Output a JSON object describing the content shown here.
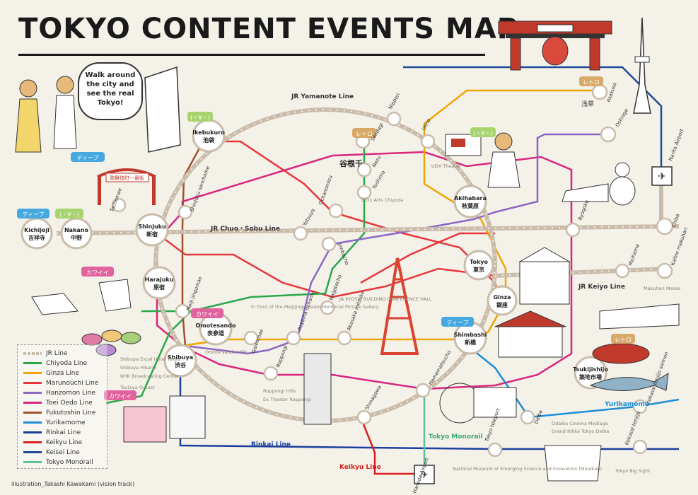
{
  "title": "TOKYO CONTENT EVENTS MAP",
  "speech_bubble": "Walk around\nthe city and\nsee the real\nTokyo!",
  "credit": "illustration_Takashi Kawakami (vision track)",
  "legend": [
    {
      "label": "JR Line",
      "color": "#c9bcab"
    },
    {
      "label": "Chiyoda Line",
      "color": "#2aa84a"
    },
    {
      "label": "Ginza Line",
      "color": "#f0a500"
    },
    {
      "label": "Marunouchi Line",
      "color": "#e8373a"
    },
    {
      "label": "Hanzomon Line",
      "color": "#8b67c4"
    },
    {
      "label": "Toei Oedo Line",
      "color": "#d9267d"
    },
    {
      "label": "Fukutoshin Line",
      "color": "#a0522d"
    },
    {
      "label": "Yurikamome",
      "color": "#1c8ed8"
    },
    {
      "label": "Rinkai Line",
      "color": "#1c3f9e"
    },
    {
      "label": "Keikyu Line",
      "color": "#d81e1e"
    },
    {
      "label": "Keisei Line",
      "color": "#1f4a9a"
    },
    {
      "label": "Tokyo Monorail",
      "color": "#5fbf9a"
    }
  ],
  "line_labels": {
    "yamanote": "JR Yamanote Line",
    "chuo_sobu": "JR Chuo・Sobu Line",
    "keiyo": "JR Keiyo Line",
    "rinkai": "Rinkai Line",
    "keikyu": "Keikyu Line",
    "yurikamome": "Yurikamome",
    "monorail": "Tokyo\nMonorail"
  },
  "badges": {
    "retro": "レトロ",
    "cute": "カワイイ",
    "deep": "ディープ",
    "face": "(・∀・)"
  },
  "major_stations": [
    {
      "en": "Ikebukuro",
      "jp": "池袋"
    },
    {
      "en": "Shinjuku",
      "jp": "新宿"
    },
    {
      "en": "Harajuku",
      "jp": "原宿"
    },
    {
      "en": "Omotesando",
      "jp": "表参道"
    },
    {
      "en": "Shibuya",
      "jp": "渋谷"
    },
    {
      "en": "Akihabara",
      "jp": "秋葉原"
    },
    {
      "en": "Tokyo",
      "jp": "東京"
    },
    {
      "en": "Ginza",
      "jp": "銀座"
    },
    {
      "en": "Shimbashi",
      "jp": "新橋"
    },
    {
      "en": "Tsukijishijo",
      "jp": "築地市場"
    },
    {
      "en": "Kichijoji",
      "jp": "吉祥寺"
    },
    {
      "en": "Nakano",
      "jp": "中野"
    }
  ],
  "minor_stations": [
    "Nippori",
    "Sendagi",
    "Nezu",
    "Yushima",
    "Ueno",
    "Asakusa",
    "Oshiage",
    "Ochanomizu",
    "Yotsuya",
    "Jimbocho",
    "Nagatacho",
    "Akasaka mitsuke",
    "Aoyama itchome",
    "Gaienmae",
    "Roppongi",
    "Hamamatsucho",
    "Shinagawa",
    "Daiba",
    "Tokyo teleport",
    "Kokusai tenjijo",
    "Kokusai tenjijo seimon",
    "Shinjuku sanchome",
    "Tochomae",
    "Meiji jingumae",
    "Ryogoku",
    "Chiba",
    "Maihama",
    "Kaihin makuhari",
    "Narita Airport",
    "Haneda Airport"
  ],
  "spots": [
    "UDX Theater",
    "3331 Arts Chiyoda",
    "JA KYOSAI BUILDING CONFERENCE HALL",
    "In front of the Meijijingu Gaien Memorial Picture Gallery",
    "Shibuya Excel Hotel Tokyu",
    "Shibuya Hikarie",
    "NHK Broadcasting Center",
    "Tsutaya O-East",
    "Omote sando Hills",
    "Roppongi Hills",
    "Ex Theater Roppongi",
    "Makuhari Messe",
    "Odaiba Cinema Mediage",
    "Grand Nikko Tokyo Daiba",
    "National Museum of Emerging Science and Innovation (Miraikan)",
    "Tokyo Big Sight"
  ],
  "place_labels": {
    "asakusa": "浅草",
    "yanesen": "谷根千",
    "kabukicho": "歌舞伎町一番街"
  },
  "colors": {
    "background": "#f4f1e9",
    "jr": "#c9bcab",
    "ink": "#1a1a1a"
  }
}
